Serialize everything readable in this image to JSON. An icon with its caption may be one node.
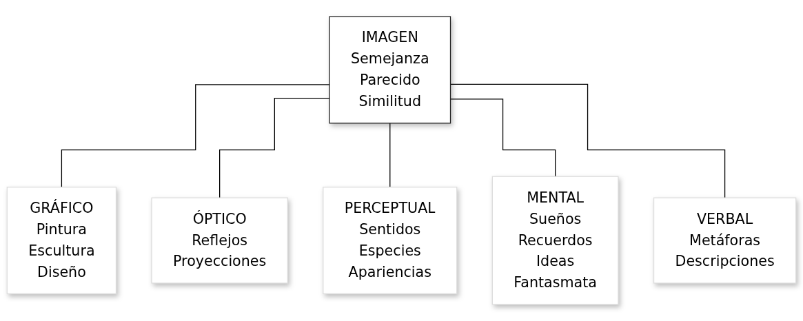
{
  "diagram": {
    "nodes": [
      {
        "text": [
          "IMAGEN",
          "Semejanza",
          "Parecido",
          "Similitud"
        ]
      },
      {
        "text": [
          "GRÁFICO",
          "Pintura",
          "Escultura",
          "Diseño"
        ]
      },
      {
        "text": [
          "ÓPTICO",
          "Reflejos",
          "Proyecciones"
        ]
      },
      {
        "text": [
          "PERCEPTUAL",
          "Sentidos",
          "Especies",
          "Apariencias"
        ]
      },
      {
        "text": [
          "MENTAL",
          "Sueños",
          "Recuerdos",
          "Ideas",
          "Fantasmata"
        ]
      },
      {
        "text": [
          "VERBAL",
          "Metáforas",
          "Descripciones"
        ]
      }
    ],
    "edges": [
      {
        "from": 0,
        "to": 1,
        "arrow": "none"
      },
      {
        "from": 0,
        "to": 2,
        "arrow": "none"
      },
      {
        "from": 0,
        "to": 3,
        "arrow": "none"
      },
      {
        "from": 0,
        "to": 4,
        "arrow": "none"
      },
      {
        "from": 0,
        "to": 5,
        "arrow": "none"
      }
    ]
  }
}
